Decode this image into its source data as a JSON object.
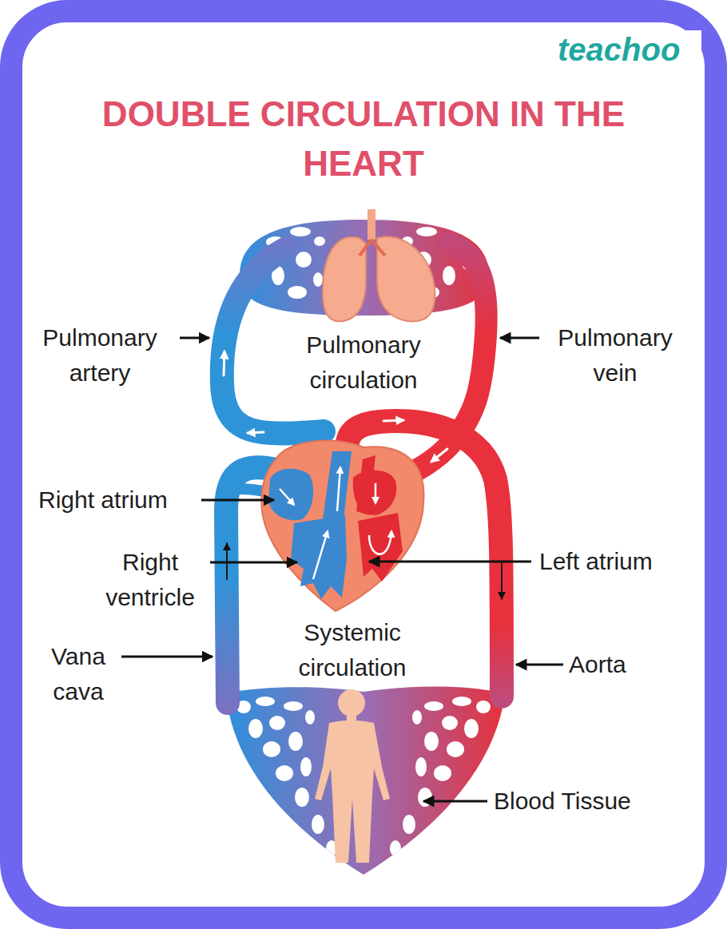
{
  "diagram": {
    "title": "DOUBLE CIRCULATION IN THE HEART",
    "labels": [
      "teachoo",
      "Pulmonary artery",
      "Pulmonary circulation",
      "Pulmonary vein",
      "Right atrium",
      "Right ventricle",
      "Left atrium",
      "Vana cava",
      "Systemic circulation",
      "Aorta",
      "Blood Tissue"
    ]
  }
}
